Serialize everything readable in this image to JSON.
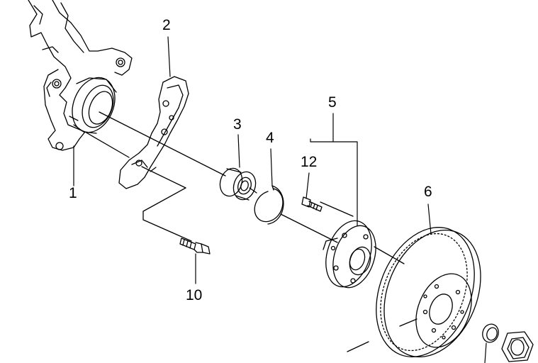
{
  "callouts": {
    "c1": "1",
    "c2": "2",
    "c3": "3",
    "c4": "4",
    "c5": "5",
    "c6": "6",
    "c10": "10",
    "c12": "12"
  },
  "parts": [
    {
      "id": "knuckle",
      "icon": "steering-knuckle"
    },
    {
      "id": "dust-shield",
      "icon": "dust-shield"
    },
    {
      "id": "bearing",
      "icon": "wheel-bearing"
    },
    {
      "id": "snap-ring",
      "icon": "snap-ring"
    },
    {
      "id": "hub",
      "icon": "wheel-hub"
    },
    {
      "id": "disc",
      "icon": "brake-disc"
    },
    {
      "id": "bolt",
      "icon": "bolt"
    },
    {
      "id": "stud",
      "icon": "wheel-stud"
    },
    {
      "id": "washer",
      "icon": "washer"
    },
    {
      "id": "nut",
      "icon": "hub-nut"
    }
  ],
  "colors": {
    "line": "#000000",
    "background": "#ffffff"
  }
}
